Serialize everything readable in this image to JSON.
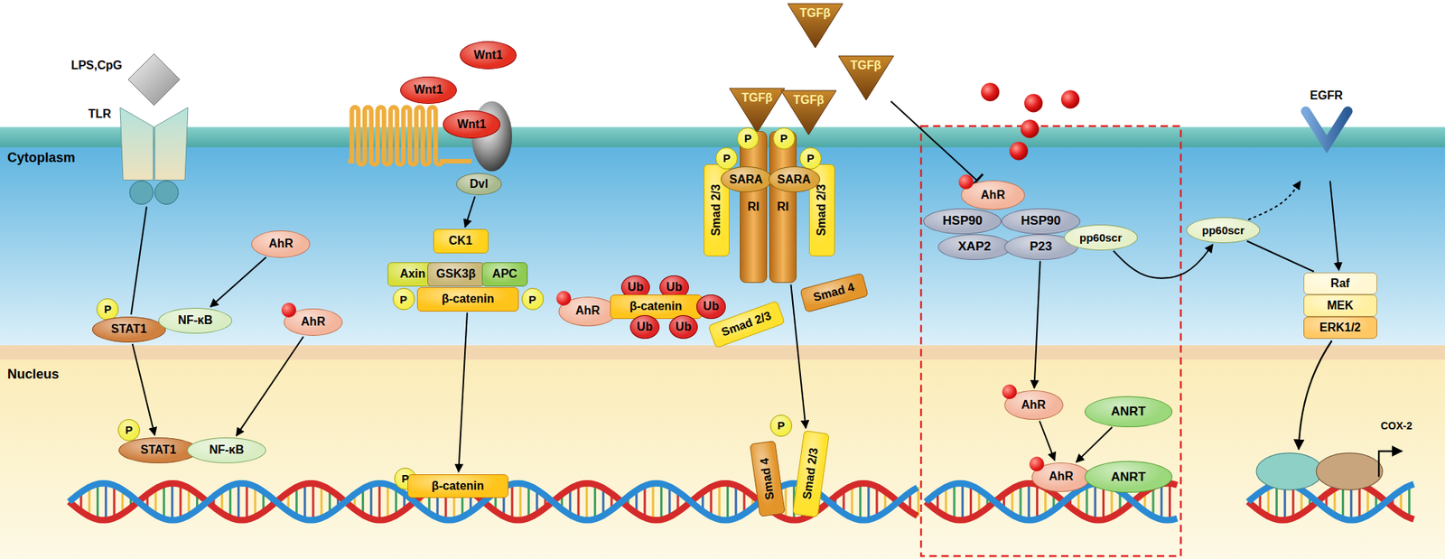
{
  "diagram": {
    "nodes": [
      {
        "text": [
          "LPS,CpG"
        ]
      },
      {
        "text": [
          "TLR"
        ]
      },
      {
        "text": [
          "AhR"
        ]
      },
      {
        "text": [
          "P"
        ]
      },
      {
        "text": [
          "STAT1"
        ]
      },
      {
        "text": [
          "NF-κB"
        ]
      },
      {
        "text": [
          "AhR"
        ]
      },
      {
        "text": [
          "P"
        ]
      },
      {
        "text": [
          "STAT1"
        ]
      },
      {
        "text": [
          "NF-κB"
        ]
      },
      {
        "text": [
          "Wnt1"
        ]
      },
      {
        "text": [
          "Wnt1"
        ]
      },
      {
        "text": [
          "Wnt1"
        ]
      },
      {
        "text": [
          "Dvl"
        ]
      },
      {
        "text": [
          "CK1"
        ]
      },
      {
        "text": [
          "Axin"
        ]
      },
      {
        "text": [
          "GSK3β"
        ]
      },
      {
        "text": [
          "APC"
        ]
      },
      {
        "text": [
          "P"
        ]
      },
      {
        "text": [
          "β-catenin"
        ]
      },
      {
        "text": [
          "P"
        ]
      },
      {
        "text": [
          "AhR"
        ]
      },
      {
        "text": [
          "Ub"
        ]
      },
      {
        "text": [
          "Ub"
        ]
      },
      {
        "text": [
          "β-catenin"
        ]
      },
      {
        "text": [
          "Ub"
        ]
      },
      {
        "text": [
          "Ub"
        ]
      },
      {
        "text": [
          "Ub"
        ]
      },
      {
        "text": [
          "P"
        ]
      },
      {
        "text": [
          "β-catenin"
        ]
      },
      {
        "text": [
          "TGFβ"
        ]
      },
      {
        "text": [
          "TGFβ"
        ]
      },
      {
        "text": [
          "TGFβ"
        ]
      },
      {
        "text": [
          "TGFβ"
        ]
      },
      {
        "text": [
          "Smad 2/3"
        ]
      },
      {
        "text": [
          "RI"
        ]
      },
      {
        "text": [
          "RI"
        ]
      },
      {
        "text": [
          "Smad 2/3"
        ]
      },
      {
        "text": [
          "P"
        ]
      },
      {
        "text": [
          "P"
        ]
      },
      {
        "text": [
          "P"
        ]
      },
      {
        "text": [
          "P"
        ]
      },
      {
        "text": [
          "SARA"
        ]
      },
      {
        "text": [
          "SARA"
        ]
      },
      {
        "text": [
          "Smad 4"
        ]
      },
      {
        "text": [
          "Smad 2/3"
        ]
      },
      {
        "text": [
          "P"
        ]
      },
      {
        "text": [
          "Smad 4"
        ]
      },
      {
        "text": [
          "Smad 2/3"
        ]
      },
      {
        "text": [
          "AhR"
        ]
      },
      {
        "text": [
          "HSP90"
        ]
      },
      {
        "text": [
          "HSP90"
        ]
      },
      {
        "text": [
          "XAP2"
        ]
      },
      {
        "text": [
          "P23"
        ]
      },
      {
        "text": [
          "pp60scr"
        ]
      },
      {
        "text": [
          "pp60scr"
        ]
      },
      {
        "text": [
          "EGFR"
        ]
      },
      {
        "text": [
          "Raf"
        ]
      },
      {
        "text": [
          "MEK"
        ]
      },
      {
        "text": [
          "ERK1/2"
        ]
      },
      {
        "text": [
          "AhR"
        ]
      },
      {
        "text": [
          "ANRT"
        ]
      },
      {
        "text": [
          "AhR"
        ]
      },
      {
        "text": [
          "ANRT"
        ]
      }
    ],
    "edges": [
      {
        "from": 1,
        "to": 4,
        "arrow": "none"
      },
      {
        "from": 4,
        "to": 8,
        "arrow": "to"
      },
      {
        "from": 2,
        "to": 5,
        "arrow": "to"
      },
      {
        "from": 6,
        "to": 9,
        "arrow": "to"
      },
      {
        "from": 13,
        "to": 14,
        "arrow": "to"
      },
      {
        "from": 19,
        "to": 29,
        "arrow": "to"
      },
      {
        "from": 36,
        "to": 48,
        "arrow": "to"
      },
      {
        "from": 33,
        "to": 49,
        "arrow": "to"
      },
      {
        "from": 53,
        "to": 60,
        "arrow": "to"
      },
      {
        "from": 60,
        "to": 62,
        "arrow": "to"
      },
      {
        "from": 61,
        "to": 62,
        "arrow": "to"
      },
      {
        "from": 54,
        "to": 55,
        "arrow": "to"
      },
      {
        "from": 55,
        "to": 56,
        "arrow": "to"
      },
      {
        "from": 55,
        "to": 57,
        "arrow": "none"
      },
      {
        "from": 56,
        "to": 57,
        "arrow": "to"
      }
    ],
    "labels": [
      "Cytoplasm",
      "Nucleus",
      "COX-2"
    ]
  }
}
